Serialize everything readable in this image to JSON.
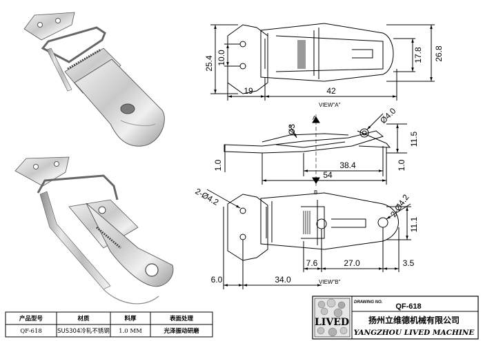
{
  "drawing": {
    "view_a_label": "VIEW\"A\"",
    "view_b_label": "VIEW\"B\"",
    "section_a": "A",
    "section_b": "B",
    "dims_top": {
      "d25_4": "25.4",
      "d10_0": "10.0",
      "d17_8": "17.8",
      "d26_8": "26.8",
      "d19": "19",
      "d42": "42"
    },
    "dims_side": {
      "d_phi4": "Ø4.0",
      "d_phi3": "Ø3",
      "d11_5": "11.5",
      "d1_0_left": "1.0",
      "d1_0_right": "1.0",
      "d38_4": "38.4",
      "d54": "54"
    },
    "dims_bottom": {
      "d_2phi42_left": "2-Ø4.2",
      "d_2phi42_right": "2-Ø4.2",
      "d11_1": "11.1",
      "d7_6": "7.6",
      "d27_0": "27.0",
      "d3_5": "3.5",
      "d6_0": "6.0",
      "d34_0": "34.0"
    }
  },
  "spec_table": {
    "headers": [
      "产品型号",
      "材质",
      "料厚",
      "表面处理"
    ],
    "values": [
      "QF-618",
      "SUS304冷轧不锈钢",
      "1.0 MM",
      "光泽振动研磨"
    ]
  },
  "title_block": {
    "drawing_no_label": "DRAWING NO.",
    "drawing_no": "QF-618",
    "logo_text": "LIVED",
    "company_cn": "扬州立维德机械有限公司",
    "company_en": "YANGZHOU LIVED MACHINE"
  }
}
